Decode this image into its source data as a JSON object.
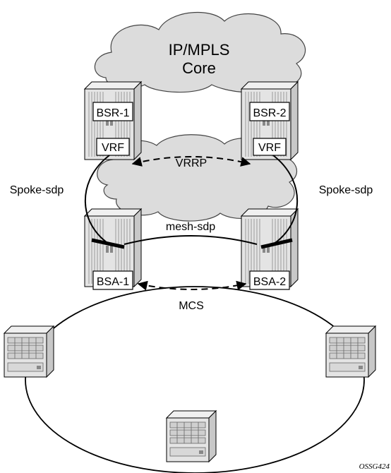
{
  "cloud": {
    "line1": "IP/MPLS",
    "line2": "Core"
  },
  "nodes": {
    "bsr1": "BSR-1",
    "bsr2": "BSR-2",
    "vrf1": "VRF",
    "vrf2": "VRF",
    "bsa1": "BSA-1",
    "bsa2": "BSA-2"
  },
  "links": {
    "vrrp": "VRRP",
    "spoke_left": "Spoke-sdp",
    "spoke_right": "Spoke-sdp",
    "mesh": "mesh-sdp",
    "mcs": "MCS"
  },
  "caption": "OSSG424",
  "colors": {
    "cloud": "#dcdcdc",
    "chassis": "#e4e4e4",
    "chassis_dark": "#bdbdbd",
    "line": "#000000"
  }
}
